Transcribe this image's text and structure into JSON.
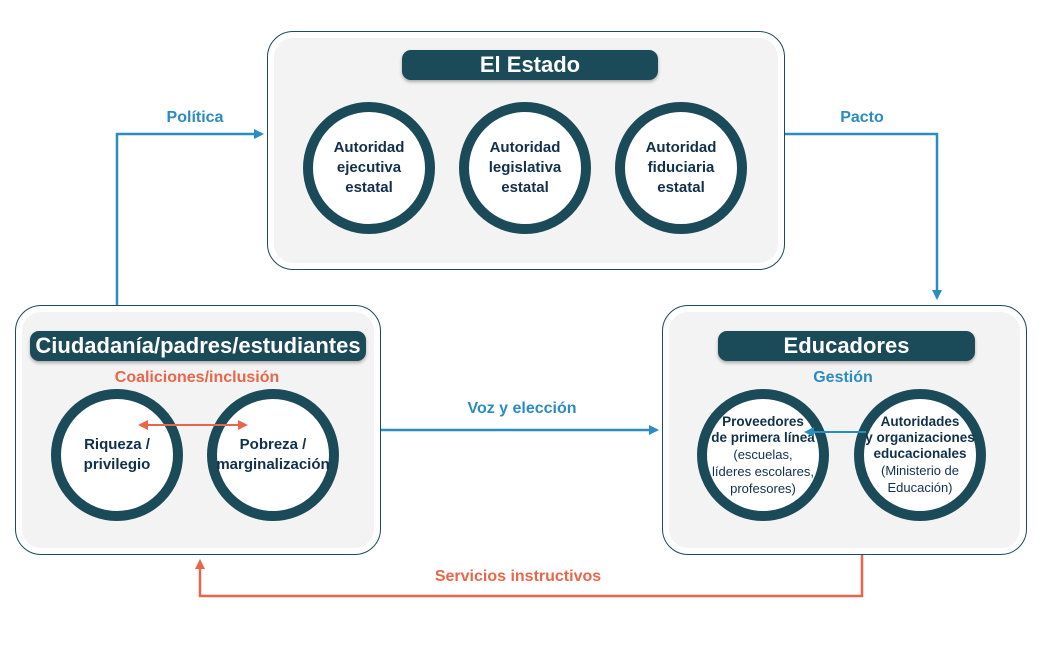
{
  "colors": {
    "dark": "#1b4a59",
    "blue": "#2a8cc0",
    "orange": "#e8674a"
  },
  "estado": {
    "title": "El Estado",
    "circles": [
      [
        "Autoridad",
        "ejecutiva",
        "estatal"
      ],
      [
        "Autoridad",
        "legislativa",
        "estatal"
      ],
      [
        "Autoridad",
        "fiduciaria",
        "estatal"
      ]
    ]
  },
  "ciudadania": {
    "title": "Ciudadanía/padres/estudiantes",
    "subtitle": "Coaliciones/inclusión",
    "circles": [
      [
        "Riqueza /",
        "privilegio"
      ],
      [
        "Pobreza /",
        "marginalización"
      ]
    ]
  },
  "educadores": {
    "title": "Educadores",
    "subtitle": "Gestión",
    "proveedores": {
      "main": [
        "Proveedores",
        "de primera línea"
      ],
      "detail": [
        "(escuelas,",
        "líderes escolares,",
        "profesores)"
      ]
    },
    "autoridades": {
      "main": [
        "Autoridades",
        "y organizaciones",
        "educacionales"
      ],
      "detail": [
        "(Ministerio de",
        "Educación)"
      ]
    }
  },
  "arrows": {
    "politica": "Política",
    "pacto": "Pacto",
    "voz": "Voz y elección",
    "servicios": "Servicios instructivos"
  }
}
